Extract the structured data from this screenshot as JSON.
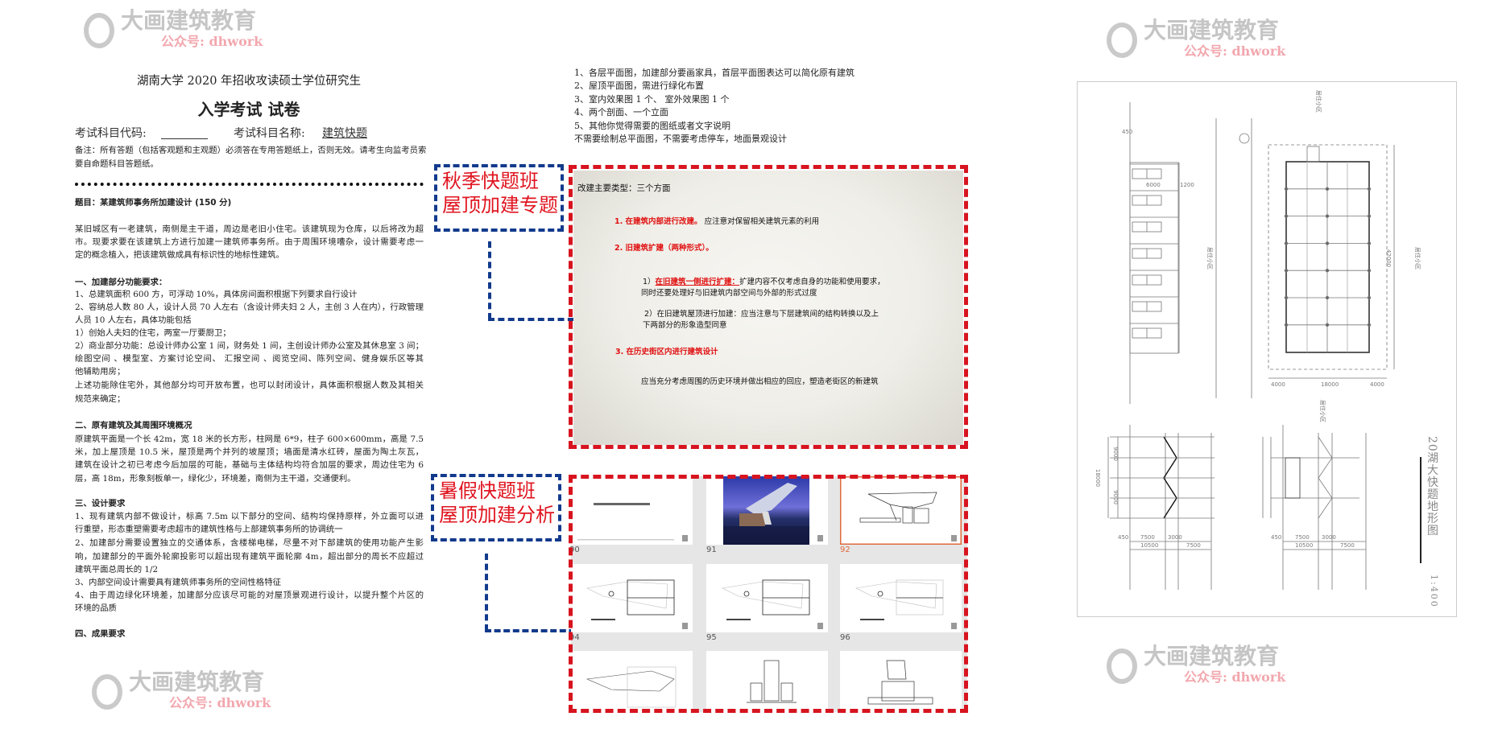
{
  "exam_paper": {
    "header_line1": "湖南大学 2020 年招收攻读硕士学位研究生",
    "header_line2": "入学考试  试卷",
    "subject_code_label": "考试科目代码:",
    "subject_name_label": "考试科目名称:",
    "subject_name_value": "建筑快题",
    "note_lines": [
      "备注：所有答题（包括客观题和主观题）必须答在专用答题纸上，否则无效。请考生向监考员索",
      "要自命题科目答题纸。"
    ],
    "question_title": "题目：某建筑师事务所加建设计 (150 分)",
    "intro_lines": [
      "某旧城区有一老建筑，南侧是主干道，周边是老旧小住宅。该建筑现为仓库，以后将改为超",
      "市。现要求要在该建筑上方进行加建一建筑师事务所。由于周围环境嘈杂，设计需要考虑一",
      "定的概念植入，把该建筑做成具有标识性的地标性建筑。"
    ],
    "section1_title": "一、加建部分功能要求：",
    "section1_lines": [
      "1、总建筑面积 600 方，可浮动 10%，具体房间面积根据下列要求自行设计",
      "2、容纳总人数 80 人，设计人员 70 人左右（含设计师夫妇 2 人，主创 3 人在内），行政管理",
      "人员 10 人左右，具体功能包括",
      "1）创始人夫妇的住宅，两室一厅要厨卫；",
      "2）商业部分功能：总设计师办公室 1 间，财务处 1 间，主创设计师办公室及其休息室 3 间；",
      "绘图空间 、模型室、方案讨论空间、 汇报空间 、阅览空间、陈列空间、健身娱乐区等其",
      "他辅助用房；",
      "上述功能除住宅外，其他部分均可开放布置，也可以封闭设计，具体面积根据人数及其相关",
      "规范来确定；"
    ],
    "section2_title": "二、原有建筑及其周围环境概况",
    "section2_lines": [
      "原建筑平面是一个长 42m，宽 18 米的长方形，柱网是 6*9，柱子 600×600mm，高是 7.5",
      "米，加上屋顶是 10.5 米，屋顶是两个并列的坡屋顶；墙面是清水红砖，屋面为陶土灰瓦，",
      "建筑在设计之初已考虑今后加层的可能，基础与主体结构均符合加层的要求，周边住宅为 6",
      "层，高 18m，形象刻板单一，绿化少，环境差，南侧为主干道，交通便利。"
    ],
    "section3_title": "三、设计要求",
    "section3_lines": [
      "1、现有建筑内部不做设计，标高 7.5m 以下部分的空间、结构均保持原样，外立面可以进",
      "行重塑，形态重塑需要考虑超市的建筑性格与上部建筑事务所的协调统一",
      "2、加建部分需要设置独立的交通体系，含楼梯电梯，尽量不对下部建筑的使用功能产生影",
      "响，加建部分的平面外轮廓投影可以超出现有建筑平面轮廓 4m，超出部分的周长不应超过",
      "建筑平面总周长的 1/2",
      "3、内部空间设计需要具有建筑师事务所的空间性格特征",
      "4、由于周边绿化环境差，加建部分应该尽可能的对屋顶景观进行设计，以提升整个片区的",
      "环境的品质"
    ],
    "section4_title": "四、成果要求"
  },
  "deliverables": [
    "1、各层平面图，加建部分要画家具，首层平面图表达可以简化原有建筑",
    "2、屋顶平面图，需进行绿化布置",
    "3、室内效果图 1 个、  室外效果图 1 个",
    "4、两个剖面、一个立面",
    "5、其他你觉得需要的图纸或者文字说明",
    "不需要绘制总平面图，不需要考虑停车，地面景观设计"
  ],
  "autumn_tag": {
    "line1": "秋季快题班",
    "line2": "屋顶加建专题"
  },
  "summer_tag": {
    "line1": "暑假快题班",
    "line2": "屋顶加建分析"
  },
  "slide": {
    "heading": "改建主要类型：三个方面",
    "item1_title": "1. 在建筑内部进行改建。",
    "item1_text": "应注意对保留相关建筑元素的利用",
    "item2_title": "2. 旧建筑扩建（两种形式）。",
    "sub1_prefix": "1）",
    "sub1_title": "在旧建筑一侧进行扩建：",
    "sub1_text1": "扩建内容不仅考虑自身的功能和使用要求，",
    "sub1_text2": "同时还要处理好与旧建筑内部空间与外部的形式过度",
    "sub2_text1": "2）在旧建筑屋顶进行加建：应当注意与下层建筑间的结构转换以及上",
    "sub2_text2": "下两部分的形象造型同意",
    "item3_title": "3. 在历史街区内进行建筑设计",
    "item3_text": "应当充分考虑周围的历史环境并做出相应的回应，塑造老街区的新建筑"
  },
  "thumbnails": [
    {
      "number": "90"
    },
    {
      "number": "91"
    },
    {
      "number": "92",
      "selected": true
    },
    {
      "number": "94"
    },
    {
      "number": "95"
    },
    {
      "number": "96"
    },
    {
      "number": ""
    },
    {
      "number": ""
    },
    {
      "number": ""
    }
  ],
  "site_drawing": {
    "area_label": "居住小区",
    "dims": {
      "d450": "450",
      "d6000": "6000",
      "d1200": "1200",
      "d4000": "4000",
      "d18000": "18000",
      "d42000": "42000",
      "d9000": "9000",
      "d7500": "7500",
      "d3000": "3000",
      "d10500": "10500"
    },
    "title": "20湖大快题地形图",
    "scale": "1:400"
  },
  "watermark": {
    "main": "大画建筑教育",
    "sub": "公众号: dhwork"
  },
  "colors": {
    "tag_red": "#e0141f",
    "frame_red": "#d7141f",
    "frame_blue": "#123a8c",
    "selected_orange": "#e06a3c"
  }
}
